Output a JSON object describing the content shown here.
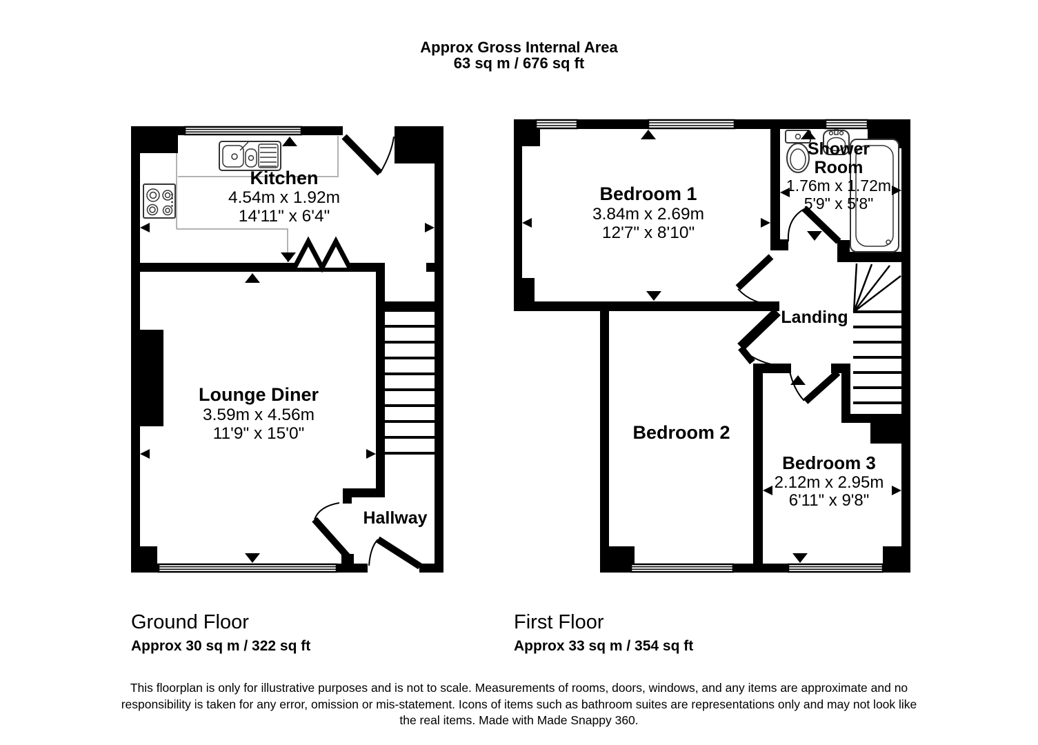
{
  "title": {
    "line1": "Approx Gross Internal Area",
    "line2": "63 sq m / 676 sq ft"
  },
  "ground_floor": {
    "label": "Ground Floor",
    "area": "Approx 30 sq m / 322 sq ft",
    "rooms": {
      "kitchen": {
        "name": "Kitchen",
        "metric": "4.54m x 1.92m",
        "imperial": "14'11\" x 6'4\""
      },
      "lounge_diner": {
        "name": "Lounge Diner",
        "metric": "3.59m x 4.56m",
        "imperial": "11'9\" x 15'0\""
      },
      "hallway": {
        "name": "Hallway"
      }
    }
  },
  "first_floor": {
    "label": "First Floor",
    "area": "Approx 33 sq m / 354 sq ft",
    "rooms": {
      "bedroom1": {
        "name": "Bedroom 1",
        "metric": "3.84m x 2.69m",
        "imperial": "12'7\" x 8'10\""
      },
      "shower_room": {
        "name_line1": "Shower",
        "name_line2": "Room",
        "metric": "1.76m x 1.72m",
        "imperial": "5'9\" x 5'8\""
      },
      "landing": {
        "name": "Landing"
      },
      "bedroom2": {
        "name": "Bedroom 2"
      },
      "bedroom3": {
        "name": "Bedroom 3",
        "metric": "2.12m x 2.95m",
        "imperial": "6'11\" x 9'8\""
      }
    }
  },
  "icons": {
    "kitchen_sink": "sink-drainer-icon",
    "hob": "four-ring-hob-icon",
    "toilet": "toilet-icon",
    "wash_basin": "wash-basin-icon",
    "bath": "bath-icon",
    "stairs": "staircase-icon",
    "direction_arrow": "measurement-arrow-icon",
    "door": "door-swing-icon",
    "window": "window-icon",
    "open_divider": "zigzag-opening-icon"
  },
  "disclaimer": "This floorplan is only for illustrative purposes and is not to scale. Measurements of rooms, doors, windows, and any items are approximate and no responsibility is taken for any error, omission or mis-statement. Icons of items such as bathroom suites are representations only and may not look like the real items. Made with Made Snappy 360."
}
